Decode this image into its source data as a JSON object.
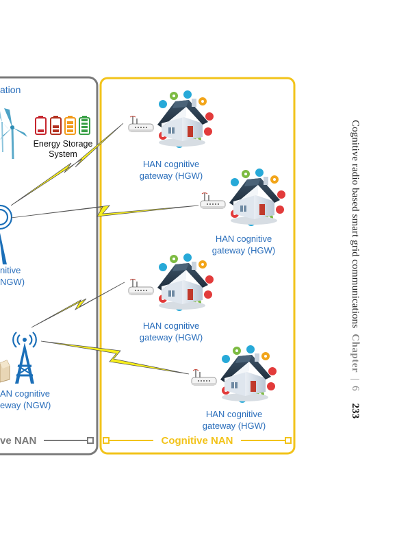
{
  "figure": {
    "left_panel": {
      "title_fragment": "ation",
      "storage_label_line1": "Energy Storage",
      "storage_label_line2": "System",
      "ngw_upper_line1": "nitive",
      "ngw_upper_line2": "NGW)",
      "ngw_lower_line1": "AN cognitive",
      "ngw_lower_line2": "eway (NGW)",
      "footer_label": "ve NAN"
    },
    "right_panel": {
      "footer_label": "Cognitive NAN",
      "gateways": [
        {
          "line1": "HAN cognitive",
          "line2": "gateway (HGW)"
        },
        {
          "line1": "HAN cognitive",
          "line2": "gateway (HGW)"
        },
        {
          "line1": "HAN cognitive",
          "line2": "gateway (HGW)"
        },
        {
          "line1": "HAN cognitive",
          "line2": "gateway (HGW)"
        }
      ]
    },
    "colors": {
      "left_border": "#7a7a7a",
      "right_border": "#f2c31a",
      "label_blue": "#2a6ebb",
      "tower_blue": "#1b6fb8",
      "bolt_yellow": "#f7ee1b",
      "house_dark": "#2c3e4f"
    }
  },
  "running_head": {
    "title": "Cognitive radio based smart grid communications",
    "chapter_label": "Chapter",
    "separator": "|",
    "chapter_number": "6",
    "page_number": "233"
  }
}
